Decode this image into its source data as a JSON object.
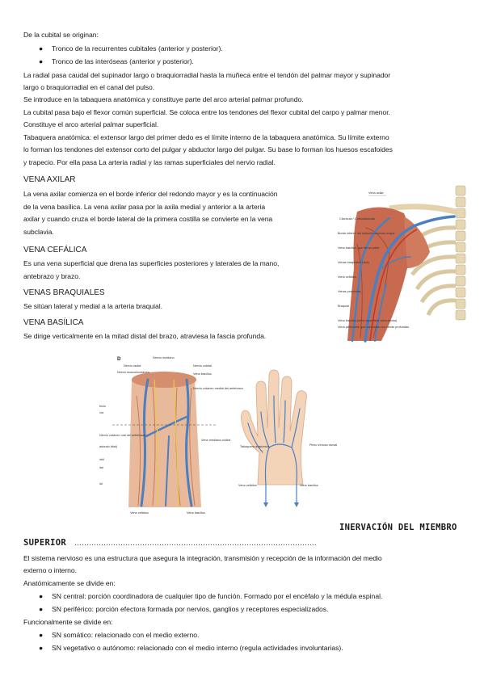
{
  "intro": {
    "lead": "De la cubital se originan:",
    "bullets": [
      "Tronco de la recurrentes cubitales (anterior y posterior).",
      "Tronco de las interóseas (anterior y posterior)."
    ],
    "paragraph_lines": [
      "La radial pasa caudal del supinador largo o braquiorradial hasta la muñeca entre el tendón del palmar mayor y supinador",
      "largo o braquiorradial en el canal del pulso.",
      "Se introduce en la tabaquera anatómica y constituye parte del arco arterial palmar profundo.",
      "La cubital pasa bajo el flexor común superficial. Se coloca entre los tendones del flexor cubital del carpo y palmar menor.",
      "Constituye el arco arterial palmar superficial.",
      "Tabaquera anatómica: el extensor largo del primer dedo es el límite interno de la tabaquera anatómica. Su límite externo",
      "lo forman los tendones del extensor corto del pulgar y abductor largo del pulgar. Su base lo forman los huesos escafoides",
      "y trapecio. Por ella pasa La arteria radial y las ramas superficiales del nervio radial."
    ]
  },
  "vena_axilar": {
    "title": "VENA AXILAR",
    "lines": [
      "La vena axilar comienza en el borde inferior del redondo mayor y es la continuación",
      "de la vena basílica. La vena axilar pasa por la axila medial y anterior a la arteria",
      "axilar y cuando cruza el borde lateral de la primera costilla se convierte en la vena",
      "subclavia."
    ]
  },
  "vena_cefalica": {
    "title": "VENA CEFÁLICA",
    "lines": [
      "Es una vena superficial que drena las superficies posteriores y laterales de la mano,",
      "antebrazo y brazo."
    ]
  },
  "venas_braquiales": {
    "title": "VENAS BRAQUIALES",
    "text": "Se sitúan lateral y medial a la arteria braquial."
  },
  "vena_basilica": {
    "title": "VENA BASÍLICA",
    "text": "Se dirige verticalmente en la mitad distal del brazo, atraviesa la fascia profunda."
  },
  "figure_shoulder": {
    "labels": [
      "Vena axilar",
      "Clavícula / Costoclavicular",
      "Borde inferior del músculo redondo mayor",
      "Vena basílica, que forma parte",
      "Venas braquiales (dos)",
      "Vena cefálica",
      "Venas profundas",
      "Braquial",
      "Vena basílica (vena superficial subcutánea)",
      "Vena perforante que comunica con venas profundas"
    ]
  },
  "figure_forearm": {
    "panel_letter": "D",
    "labels_top": [
      "Nervio mediano",
      "Nervio radial",
      "Nervio musculocutáneo",
      "Nervio cubital",
      "Vena basílica",
      "Nervio cutáneo medial del antebrazo"
    ],
    "labels_left": [
      "triclo",
      "vía",
      "Nervio cutáneo oral del antebrazo",
      "adondo bital)",
      "obil",
      "ital",
      "ial"
    ],
    "labels_right": [
      "Vena mediana cubital"
    ],
    "labels_bottom": [
      "Vena cefálica",
      "Vena basílica"
    ]
  },
  "figure_hand": {
    "labels": [
      "Plexo venoso dorsal",
      "Tabaquera anatómica",
      "Vena cefálica",
      "Vena basílica"
    ]
  },
  "inervacion": {
    "heading_right": "INERVACIÓN DEL MIEMBRO",
    "heading_left": "SUPERIOR",
    "dots": "……………………………………………………………………………………….",
    "intro_lines": [
      "El sistema nervioso es una estructura que asegura la integración, transmisión y recepción de la información del medio",
      "externo o interno."
    ],
    "anat_lead": "Anatómicamente se divide en:",
    "anat_bullets": [
      "SN central: porción coordinadora de cualquier tipo de función. Formado por el encéfalo y la médula espinal.",
      "SN periférico: porción efectora formada por nervios, ganglios y receptores especializados."
    ],
    "func_lead": "Funcionalmente se divide en:",
    "func_bullets": [
      "SN somático: relacionado con el medio externo.",
      "SN vegetativo o autónomo: relacionado con el medio interno (regula actividades involuntarias)."
    ]
  },
  "colors": {
    "vein": "#4a7fc0",
    "muscle": "#c8644c",
    "bone": "#e8dcc0",
    "nerve": "#e8c84a",
    "skin": "#f3d4b8"
  }
}
